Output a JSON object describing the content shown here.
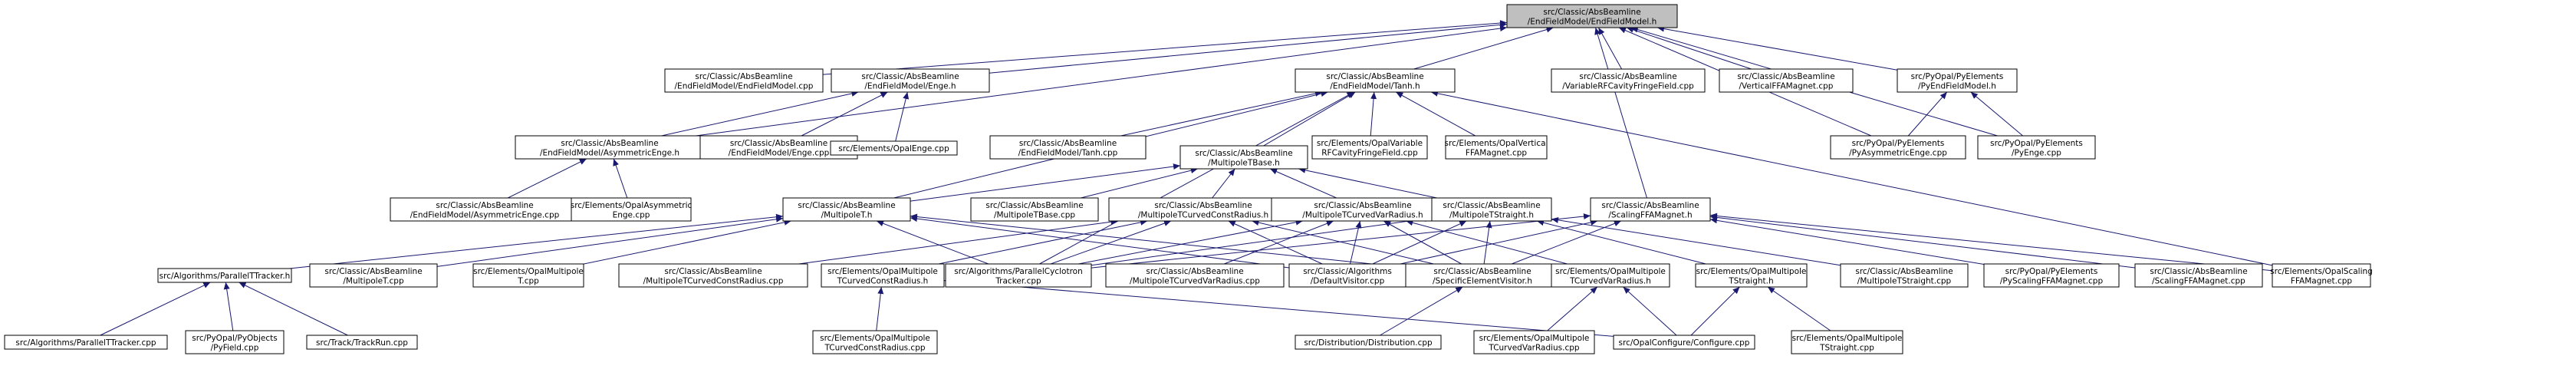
{
  "colors": {
    "edge": "#191970",
    "root_fill": "#bfbfbf",
    "node_fill": "#ffffff",
    "node_border": "#000000"
  },
  "nodes": [
    {
      "id": "root",
      "lines": [
        "src/Classic/AbsBeamline",
        "/EndFieldModel/EndFieldModel.h"
      ]
    },
    {
      "id": "efm_cpp",
      "lines": [
        "src/Classic/AbsBeamline",
        "/EndFieldModel/EndFieldModel.cpp"
      ]
    },
    {
      "id": "enge_h",
      "lines": [
        "src/Classic/AbsBeamline",
        "/EndFieldModel/Enge.h"
      ]
    },
    {
      "id": "tanh_h",
      "lines": [
        "src/Classic/AbsBeamline",
        "/EndFieldModel/Tanh.h"
      ]
    },
    {
      "id": "vrfc_cpp",
      "lines": [
        "src/Classic/AbsBeamline",
        "/VariableRFCavityFringeField.cpp"
      ]
    },
    {
      "id": "vffa_cpp",
      "lines": [
        "src/Classic/AbsBeamline",
        "/VerticalFFAMagnet.cpp"
      ]
    },
    {
      "id": "pyefm_h",
      "lines": [
        "src/PyOpal/PyElements",
        "/PyEndFieldModel.h"
      ]
    },
    {
      "id": "asymenge_h",
      "lines": [
        "src/Classic/AbsBeamline",
        "/EndFieldModel/AsymmetricEnge.h"
      ]
    },
    {
      "id": "enge_cpp",
      "lines": [
        "src/Classic/AbsBeamline",
        "/EndFieldModel/Enge.cpp"
      ]
    },
    {
      "id": "opalenge_cpp",
      "lines": [
        "src/Elements/OpalEnge.cpp"
      ]
    },
    {
      "id": "tanh_cpp",
      "lines": [
        "src/Classic/AbsBeamline",
        "/EndFieldModel/Tanh.cpp"
      ]
    },
    {
      "id": "mtbase_h",
      "lines": [
        "src/Classic/AbsBeamline",
        "/MultipoleTBase.h"
      ]
    },
    {
      "id": "opalvrfc_cpp",
      "lines": [
        "src/Elements/OpalVariable",
        "RFCavityFringeField.cpp"
      ]
    },
    {
      "id": "opalvffa_cpp",
      "lines": [
        "src/Elements/OpalVertical",
        "FFAMagnet.cpp"
      ]
    },
    {
      "id": "pyasym_cpp",
      "lines": [
        "src/PyOpal/PyElements",
        "/PyAsymmetricEnge.cpp"
      ]
    },
    {
      "id": "pyenge_cpp",
      "lines": [
        "src/PyOpal/PyElements",
        "/PyEnge.cpp"
      ]
    },
    {
      "id": "asymenge_cpp",
      "lines": [
        "src/Classic/AbsBeamline",
        "/EndFieldModel/AsymmetricEnge.cpp"
      ]
    },
    {
      "id": "opalasym_cpp",
      "lines": [
        "src/Elements/OpalAsymmetric",
        "Enge.cpp"
      ]
    },
    {
      "id": "mt_h",
      "lines": [
        "src/Classic/AbsBeamline",
        "/MultipoleT.h"
      ]
    },
    {
      "id": "mtbase_cpp",
      "lines": [
        "src/Classic/AbsBeamline",
        "/MultipoleTBase.cpp"
      ]
    },
    {
      "id": "mtccr_h",
      "lines": [
        "src/Classic/AbsBeamline",
        "/MultipoleTCurvedConstRadius.h"
      ]
    },
    {
      "id": "mtcvr_h",
      "lines": [
        "src/Classic/AbsBeamline",
        "/MultipoleTCurvedVarRadius.h"
      ]
    },
    {
      "id": "mts_h",
      "lines": [
        "src/Classic/AbsBeamline",
        "/MultipoleTStraight.h"
      ]
    },
    {
      "id": "sffa_h",
      "lines": [
        "src/Classic/AbsBeamline",
        "/ScalingFFAMagnet.h"
      ]
    },
    {
      "id": "ptt_h",
      "lines": [
        "src/Algorithms/ParallelTTracker.h"
      ]
    },
    {
      "id": "mt_cpp",
      "lines": [
        "src/Classic/AbsBeamline",
        "/MultipoleT.cpp"
      ]
    },
    {
      "id": "opalmt_cpp",
      "lines": [
        "src/Elements/OpalMultipole",
        "T.cpp"
      ]
    },
    {
      "id": "mtccr_cpp",
      "lines": [
        "src/Classic/AbsBeamline",
        "/MultipoleTCurvedConstRadius.cpp"
      ]
    },
    {
      "id": "opalmtccr_h",
      "lines": [
        "src/Elements/OpalMultipole",
        "TCurvedConstRadius.h"
      ]
    },
    {
      "id": "pct_cpp",
      "lines": [
        "src/Algorithms/ParallelCyclotron",
        "Tracker.cpp"
      ]
    },
    {
      "id": "mtcvr_cpp",
      "lines": [
        "src/Classic/AbsBeamline",
        "/MultipoleTCurvedVarRadius.cpp"
      ]
    },
    {
      "id": "dv_cpp",
      "lines": [
        "src/Classic/Algorithms",
        "/DefaultVisitor.cpp"
      ]
    },
    {
      "id": "sev_h",
      "lines": [
        "src/Classic/AbsBeamline",
        "/SpecificElementVisitor.h"
      ]
    },
    {
      "id": "opalmtcvr_h",
      "lines": [
        "src/Elements/OpalMultipole",
        "TCurvedVarRadius.h"
      ]
    },
    {
      "id": "opalmts_h",
      "lines": [
        "src/Elements/OpalMultipole",
        "TStraight.h"
      ]
    },
    {
      "id": "mts_cpp",
      "lines": [
        "src/Classic/AbsBeamline",
        "/MultipoleTStraight.cpp"
      ]
    },
    {
      "id": "pysffa_cpp",
      "lines": [
        "src/PyOpal/PyElements",
        "/PyScalingFFAMagnet.cpp"
      ]
    },
    {
      "id": "sffa_cpp",
      "lines": [
        "src/Classic/AbsBeamline",
        "/ScalingFFAMagnet.cpp"
      ]
    },
    {
      "id": "opalsffa_cpp",
      "lines": [
        "src/Elements/OpalScaling",
        "FFAMagnet.cpp"
      ]
    },
    {
      "id": "ptt_cpp",
      "lines": [
        "src/Algorithms/ParallelTTracker.cpp"
      ]
    },
    {
      "id": "pyfield_cpp",
      "lines": [
        "src/PyOpal/PyObjects",
        "/PyField.cpp"
      ]
    },
    {
      "id": "trackrun_cpp",
      "lines": [
        "src/Track/TrackRun.cpp"
      ]
    },
    {
      "id": "opalmtccr_cpp",
      "lines": [
        "src/Elements/OpalMultipole",
        "TCurvedConstRadius.cpp"
      ]
    },
    {
      "id": "dist_cpp",
      "lines": [
        "src/Distribution/Distribution.cpp"
      ]
    },
    {
      "id": "opalmtcvr_cpp",
      "lines": [
        "src/Elements/OpalMultipole",
        "TCurvedVarRadius.cpp"
      ]
    },
    {
      "id": "configure_cpp",
      "lines": [
        "src/OpalConfigure/Configure.cpp"
      ]
    },
    {
      "id": "opalmts_cpp",
      "lines": [
        "src/Elements/OpalMultipole",
        "TStraight.cpp"
      ]
    }
  ],
  "edges": [
    [
      "efm_cpp",
      "root"
    ],
    [
      "enge_h",
      "root"
    ],
    [
      "tanh_h",
      "root"
    ],
    [
      "vrfc_cpp",
      "root"
    ],
    [
      "vffa_cpp",
      "root"
    ],
    [
      "pyefm_h",
      "root"
    ],
    [
      "asymenge_h",
      "root"
    ],
    [
      "sffa_h",
      "root"
    ],
    [
      "pyasym_cpp",
      "root"
    ],
    [
      "pyenge_cpp",
      "root"
    ],
    [
      "asymenge_h",
      "enge_h"
    ],
    [
      "enge_cpp",
      "enge_h"
    ],
    [
      "opalenge_cpp",
      "enge_h"
    ],
    [
      "tanh_cpp",
      "tanh_h"
    ],
    [
      "mtbase_h",
      "tanh_h"
    ],
    [
      "opalvrfc_cpp",
      "tanh_h"
    ],
    [
      "opalvffa_cpp",
      "tanh_h"
    ],
    [
      "mt_h",
      "tanh_h"
    ],
    [
      "pct_cpp",
      "tanh_h"
    ],
    [
      "opalsffa_cpp",
      "tanh_h"
    ],
    [
      "pyasym_cpp",
      "pyefm_h"
    ],
    [
      "pyenge_cpp",
      "pyefm_h"
    ],
    [
      "asymenge_cpp",
      "asymenge_h"
    ],
    [
      "opalasym_cpp",
      "asymenge_h"
    ],
    [
      "mt_h",
      "mtbase_h"
    ],
    [
      "mtbase_cpp",
      "mtbase_h"
    ],
    [
      "mtccr_h",
      "mtbase_h"
    ],
    [
      "mtcvr_h",
      "mtbase_h"
    ],
    [
      "mts_h",
      "mtbase_h"
    ],
    [
      "ptt_h",
      "mt_h"
    ],
    [
      "mt_cpp",
      "mt_h"
    ],
    [
      "opalmt_cpp",
      "mt_h"
    ],
    [
      "pct_cpp",
      "mt_h"
    ],
    [
      "dv_cpp",
      "mt_h"
    ],
    [
      "sev_h",
      "mt_h"
    ],
    [
      "mtccr_cpp",
      "mtccr_h"
    ],
    [
      "opalmtccr_h",
      "mtccr_h"
    ],
    [
      "pct_cpp",
      "mtccr_h"
    ],
    [
      "dv_cpp",
      "mtccr_h"
    ],
    [
      "sev_h",
      "mtccr_h"
    ],
    [
      "mtcvr_cpp",
      "mtcvr_h"
    ],
    [
      "opalmtcvr_h",
      "mtcvr_h"
    ],
    [
      "pct_cpp",
      "mtcvr_h"
    ],
    [
      "dv_cpp",
      "mtcvr_h"
    ],
    [
      "sev_h",
      "mtcvr_h"
    ],
    [
      "mts_cpp",
      "mts_h"
    ],
    [
      "opalmts_h",
      "mts_h"
    ],
    [
      "pct_cpp",
      "mts_h"
    ],
    [
      "dv_cpp",
      "mts_h"
    ],
    [
      "sev_h",
      "mts_h"
    ],
    [
      "pct_cpp",
      "sffa_h"
    ],
    [
      "dv_cpp",
      "sffa_h"
    ],
    [
      "sev_h",
      "sffa_h"
    ],
    [
      "pysffa_cpp",
      "sffa_h"
    ],
    [
      "sffa_cpp",
      "sffa_h"
    ],
    [
      "opalsffa_cpp",
      "sffa_h"
    ],
    [
      "ptt_cpp",
      "ptt_h"
    ],
    [
      "pyfield_cpp",
      "ptt_h"
    ],
    [
      "trackrun_cpp",
      "ptt_h"
    ],
    [
      "opalmtccr_cpp",
      "opalmtccr_h"
    ],
    [
      "configure_cpp",
      "opalmtccr_h"
    ],
    [
      "dist_cpp",
      "sev_h"
    ],
    [
      "opalmtcvr_cpp",
      "opalmtcvr_h"
    ],
    [
      "configure_cpp",
      "opalmtcvr_h"
    ],
    [
      "opalmts_cpp",
      "opalmts_h"
    ],
    [
      "configure_cpp",
      "opalmts_h"
    ]
  ]
}
